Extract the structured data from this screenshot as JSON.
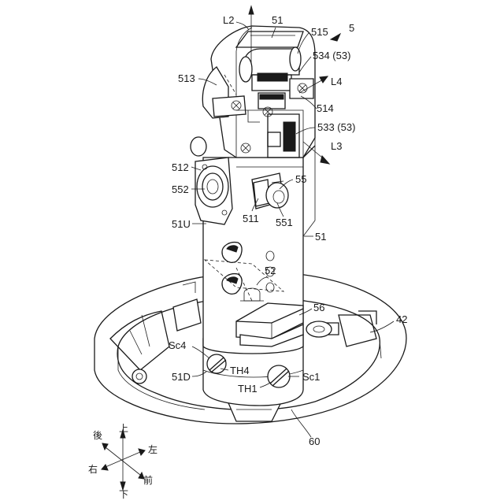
{
  "figure_number": "5",
  "labels": {
    "L2": "L2",
    "51_top": "51",
    "515": "515",
    "534": "534 (53)",
    "L4": "L4",
    "513": "513",
    "514": "514",
    "533": "533 (53)",
    "L3": "L3",
    "512": "512",
    "55": "55",
    "552": "552",
    "511": "511",
    "551": "551",
    "51U": "51U",
    "51_right": "51",
    "52": "52",
    "56": "56",
    "42": "42",
    "Sc4": "Sc4",
    "TH4": "TH4",
    "51D": "51D",
    "Sc1": "Sc1",
    "TH1": "TH1",
    "60": "60"
  },
  "compass": {
    "up": "上",
    "back": "後",
    "left": "左",
    "right": "右",
    "front": "前",
    "down": "下"
  }
}
